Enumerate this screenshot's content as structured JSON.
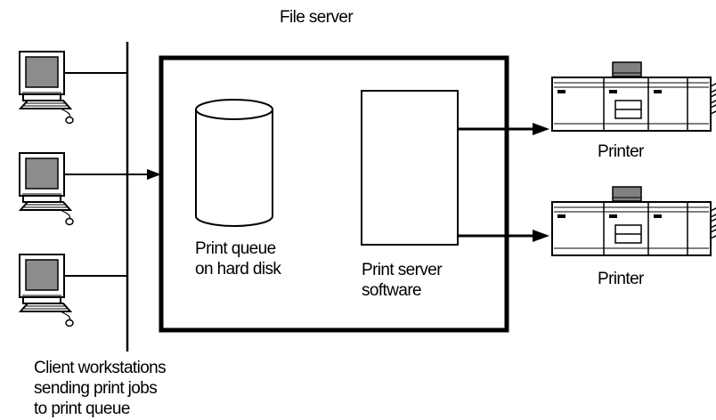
{
  "title": "File server",
  "queue_label": [
    "Print queue",
    "on hard disk"
  ],
  "software_label": [
    "Print server",
    "software"
  ],
  "printer_labels": [
    "Printer",
    "Printer"
  ],
  "clients_label": [
    "Client workstations",
    "sending print jobs",
    "to print queue"
  ],
  "colors": {
    "monitor_screen": "#8c8c8c",
    "line": "#000000",
    "background": "#ffffff",
    "printer_top": "#808080"
  },
  "icons": {
    "workstation": "desktop-computer-icon",
    "printer": "laser-printer-icon"
  }
}
